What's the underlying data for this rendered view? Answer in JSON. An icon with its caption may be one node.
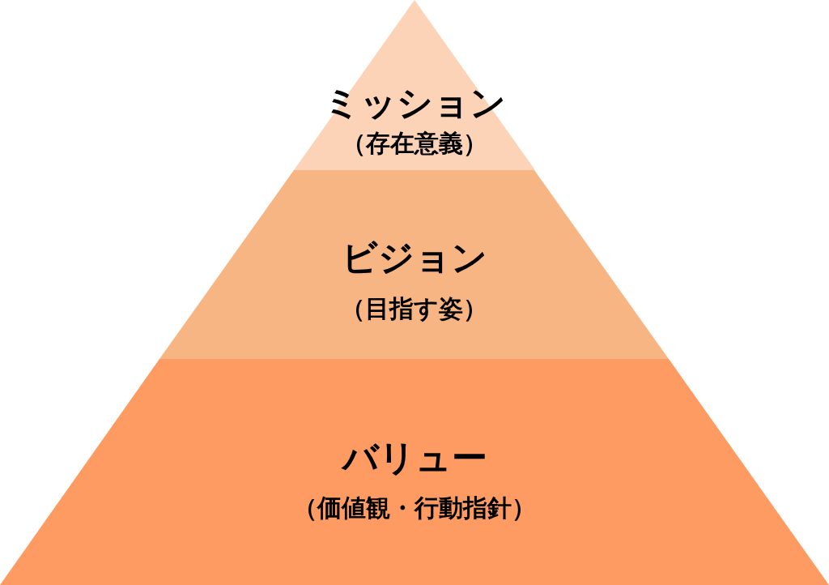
{
  "diagram": {
    "nodes": [
      {
        "text": [
          "ミッション",
          "（存在意義）"
        ]
      },
      {
        "text": [
          "ビジョン",
          "（目指す姿）"
        ]
      },
      {
        "text": [
          "バリュー",
          "（価値観・行動指針）"
        ]
      }
    ],
    "edges": []
  }
}
